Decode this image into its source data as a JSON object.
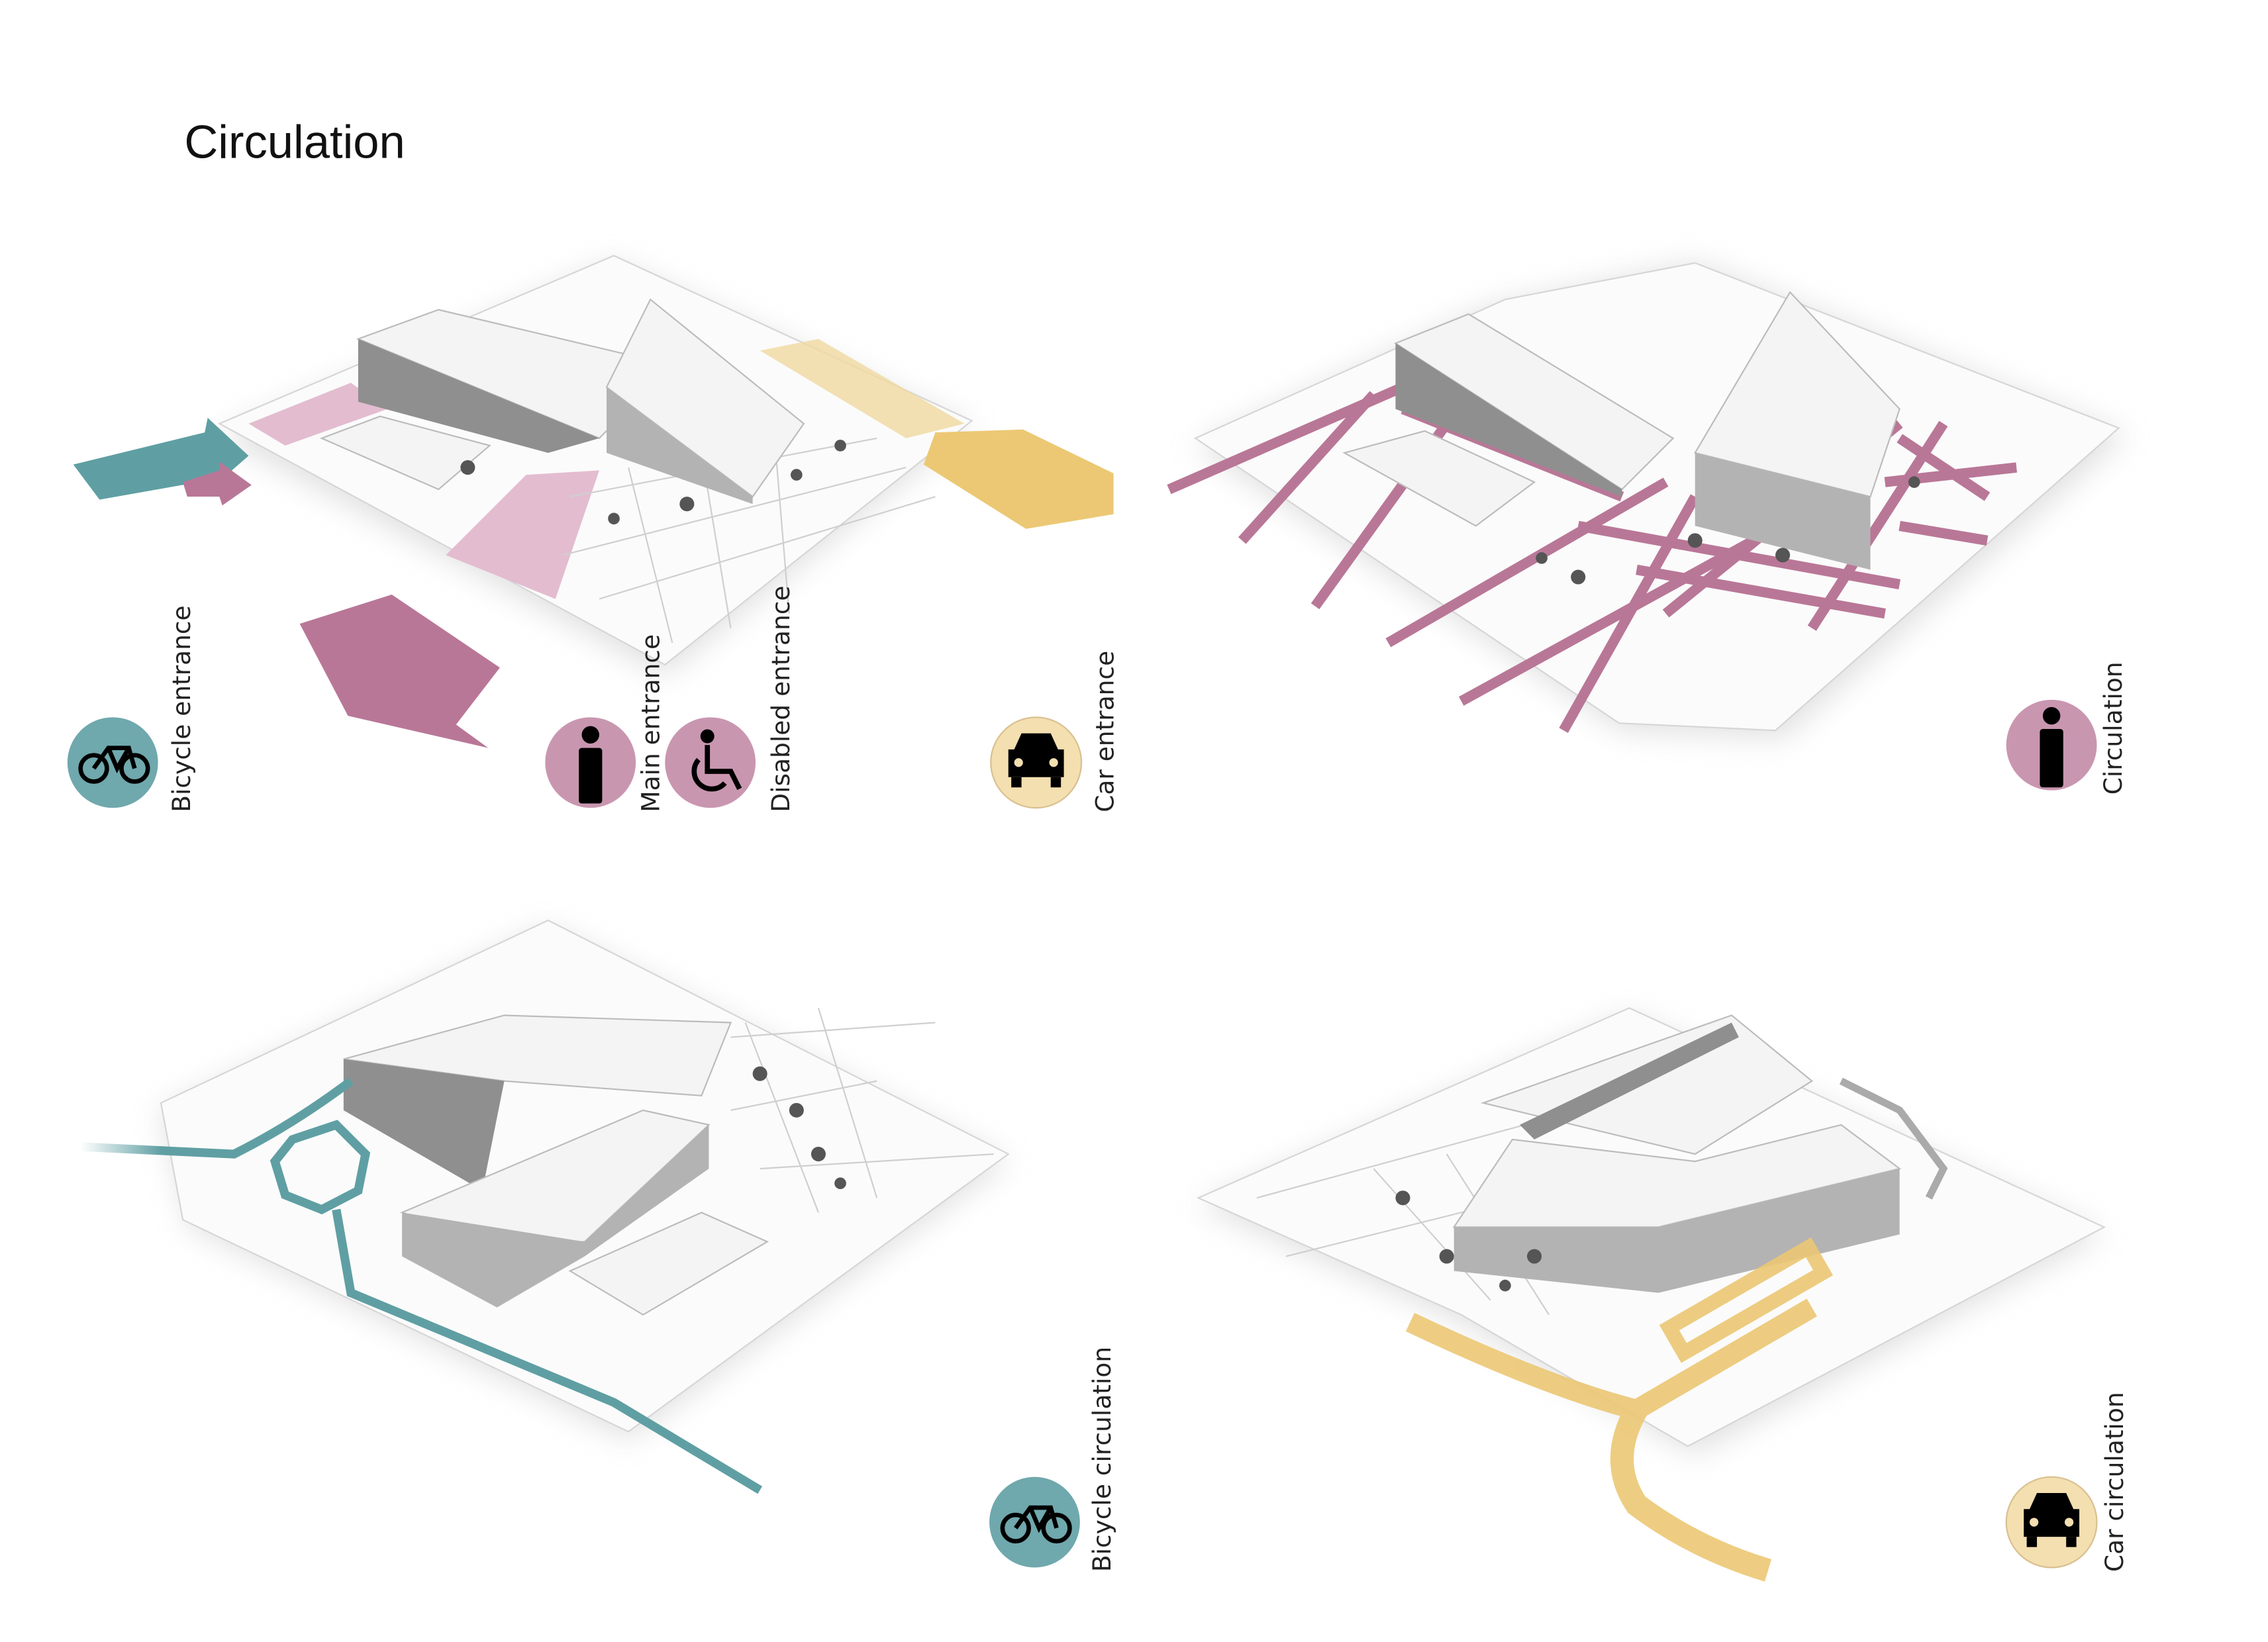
{
  "title": "Circulation",
  "panels": {
    "entrances": {
      "labels": {
        "bicycle": "Bicycle entrance",
        "main": "Main entrance",
        "disabled": "Disabled entrance",
        "car": "Car entrance"
      }
    },
    "pedestrian": {
      "label": "Circulation"
    },
    "bicycle": {
      "label": "Bicycle circulation"
    },
    "car": {
      "label": "Car circulation"
    }
  },
  "colors": {
    "bicycle": "#5f9fa3",
    "bicycle_icon_bg": "#6fa8ad",
    "pedestrian": "#b97797",
    "pedestrian_icon_bg": "#c996b0",
    "car": "#ecc874",
    "car_icon_bg": "#f3dfb0"
  }
}
